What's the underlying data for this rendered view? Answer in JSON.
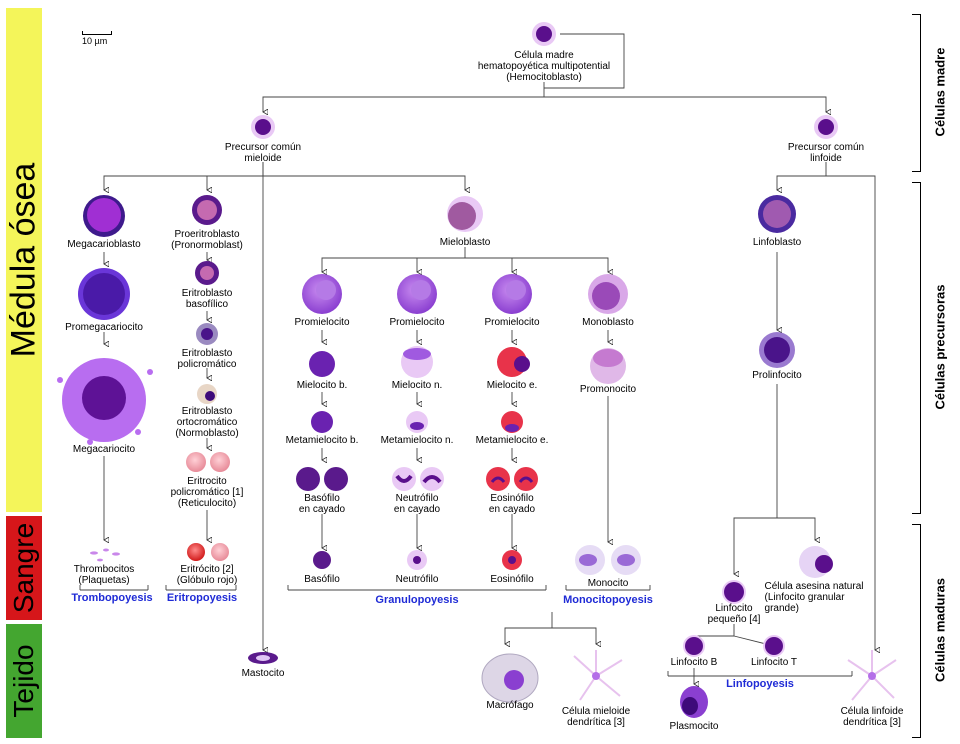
{
  "scale_bar": "10 µm",
  "bands": [
    {
      "id": "medula",
      "label": "Médula ósea",
      "color": "#f4f55a"
    },
    {
      "id": "sangre",
      "label": "Sangre",
      "color": "#d6161a"
    },
    {
      "id": "tejido",
      "label": "Tejido",
      "color": "#44a630"
    }
  ],
  "right_groups": {
    "madre": "Células madre",
    "precursoras": "Células precursoras",
    "maduras": "Células maduras"
  },
  "cells": {
    "hemocitoblasto": [
      "Célula madre",
      "hematopoyética multipotential",
      "(Hemocitoblasto)"
    ],
    "mieloide": [
      "Precursor común",
      "mieloide"
    ],
    "linfoide": [
      "Precursor común",
      "linfoide"
    ],
    "megacarioblasto": [
      "Megacarioblasto"
    ],
    "promegacariocito": [
      "Promegacariocito"
    ],
    "megacariocito": [
      "Megacariocito"
    ],
    "trombocitos": [
      "Thrombocitos",
      "(Plaquetas)"
    ],
    "proeritroblasto": [
      "Proeritroblasto",
      "(Pronormoblast)"
    ],
    "eritro_baso": [
      "Eritroblasto",
      "basofílico"
    ],
    "eritro_poli": [
      "Eritroblasto",
      "policromático"
    ],
    "eritro_orto": [
      "Eritroblasto",
      "ortocromático",
      "(Normoblasto)"
    ],
    "reticulocito": [
      "Eritrocito",
      "policromático [1]",
      "(Reticulocito)"
    ],
    "eritrocito": [
      "Eritrócito [2]",
      "(Glóbulo rojo)"
    ],
    "mastocito": [
      "Mastocito"
    ],
    "mieloblasto": [
      "Mieloblasto"
    ],
    "promielocito_b": [
      "Promielocito"
    ],
    "promielocito_n": [
      "Promielocito"
    ],
    "promielocito_e": [
      "Promielocito"
    ],
    "monoblasto": [
      "Monoblasto"
    ],
    "mielocito_b": [
      "Mielocito b."
    ],
    "mielocito_n": [
      "Mielocito n."
    ],
    "mielocito_e": [
      "Mielocito e."
    ],
    "promonocito": [
      "Promonocito"
    ],
    "metamielocito_b": [
      "Metamielocito b."
    ],
    "metamielocito_n": [
      "Metamielocito n."
    ],
    "metamielocito_e": [
      "Metamielocito e."
    ],
    "basofilo_cayado": [
      "Basófilo",
      "en cayado"
    ],
    "neutrofilo_cayado": [
      "Neutrófilo",
      "en cayado"
    ],
    "eosinofilo_cayado": [
      "Eosinófilo",
      "en cayado"
    ],
    "basofilo": [
      "Basófilo"
    ],
    "neutrofilo": [
      "Neutrófilo"
    ],
    "eosinofilo": [
      "Eosinófilo"
    ],
    "monocito": [
      "Monocito"
    ],
    "macrofago": [
      "Macrófago"
    ],
    "dendritica_mieloide": [
      "Célula mieloide",
      "dendrítica [3]"
    ],
    "linfoblasto": [
      "Linfoblasto"
    ],
    "prolinfocito": [
      "Prolinfocito"
    ],
    "nk": [
      "Célula asesina natural",
      "(Linfocito granular",
      "grande)"
    ],
    "linfocito_pequeno": [
      "Linfocito",
      "pequeño [4]"
    ],
    "linfocito_b": [
      "Linfocito B"
    ],
    "linfocito_t": [
      "Linfocito T"
    ],
    "plasmocito": [
      "Plasmocito"
    ],
    "dendritica_linfoide": [
      "Célula linfoide",
      "dendrítica [3]"
    ]
  },
  "processes": {
    "trombopoyesis": "Trombopoyesis",
    "eritropoyesis": "Eritropoyesis",
    "granulopoyesis": "Granulopoyesis",
    "monocitopoyesis": "Monocitopoyesis",
    "linfopoyesis": "Linfopoyesis"
  },
  "colors": {
    "cytoplasm": "#b46ee8",
    "nucleus": "#5a0f8c",
    "light_rim": "#e9c9f5",
    "erythro": "#e8334a",
    "process_text": "#1f2bd6",
    "connector": "#4a4a4a"
  }
}
